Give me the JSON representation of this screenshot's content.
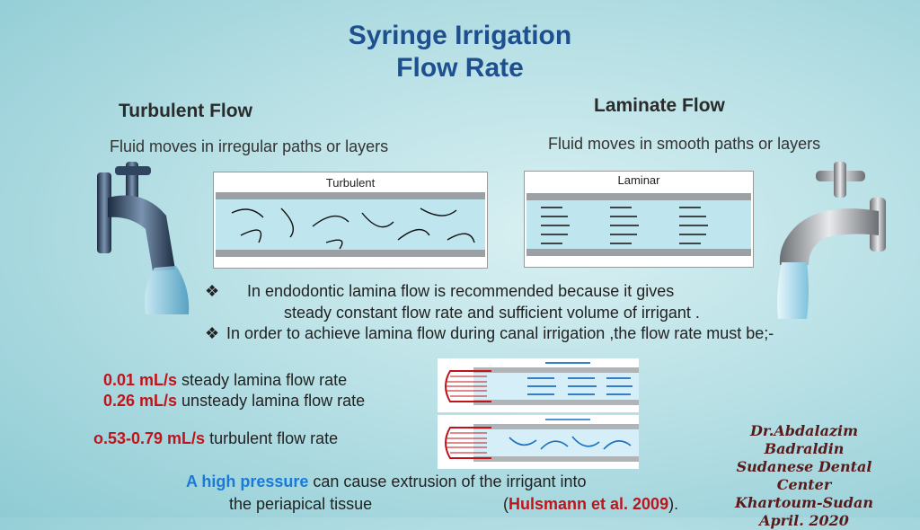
{
  "title": {
    "line1": "Syringe Irrigation",
    "line2": "Flow Rate"
  },
  "turbulent": {
    "heading": "Turbulent  Flow",
    "description": "Fluid moves in irregular paths or layers",
    "diagram_label": "Turbulent"
  },
  "laminar": {
    "heading": "Laminate Flow",
    "description": "Fluid moves in smooth paths or layers",
    "diagram_label": "Laminar"
  },
  "bullets": {
    "b1_line1": "In endodontic lamina flow is recommended because it gives",
    "b1_line2": "steady constant flow rate and sufficient volume of irrigant .",
    "b2": "In order to  achieve lamina flow during canal irrigation ,the flow rate must be;-"
  },
  "rates": [
    {
      "value": "0.01 mL/s",
      "text": " steady lamina flow rate"
    },
    {
      "value": "0.26 mL/s",
      "text": "  unsteady lamina flow rate"
    },
    {
      "value": "o.53-0.79 mL/s",
      "text": " turbulent flow rate"
    }
  ],
  "pressure_note": {
    "highlight": "A high pressure",
    "text": " can cause extrusion of the irrigant into",
    "line2": "the periapical tissue",
    "citation_open": "(",
    "citation": "Hulsmann et al. 2009",
    "citation_close": ")."
  },
  "signature": {
    "line1": "Dr.Abdalazim Badraldin",
    "line2": "Sudanese Dental Center",
    "line3": "Khartoum-Sudan",
    "line4": "April. 2020"
  },
  "colors": {
    "title": "#1e4f8f",
    "red": "#c0141a",
    "blue": "#1a7ad8"
  }
}
